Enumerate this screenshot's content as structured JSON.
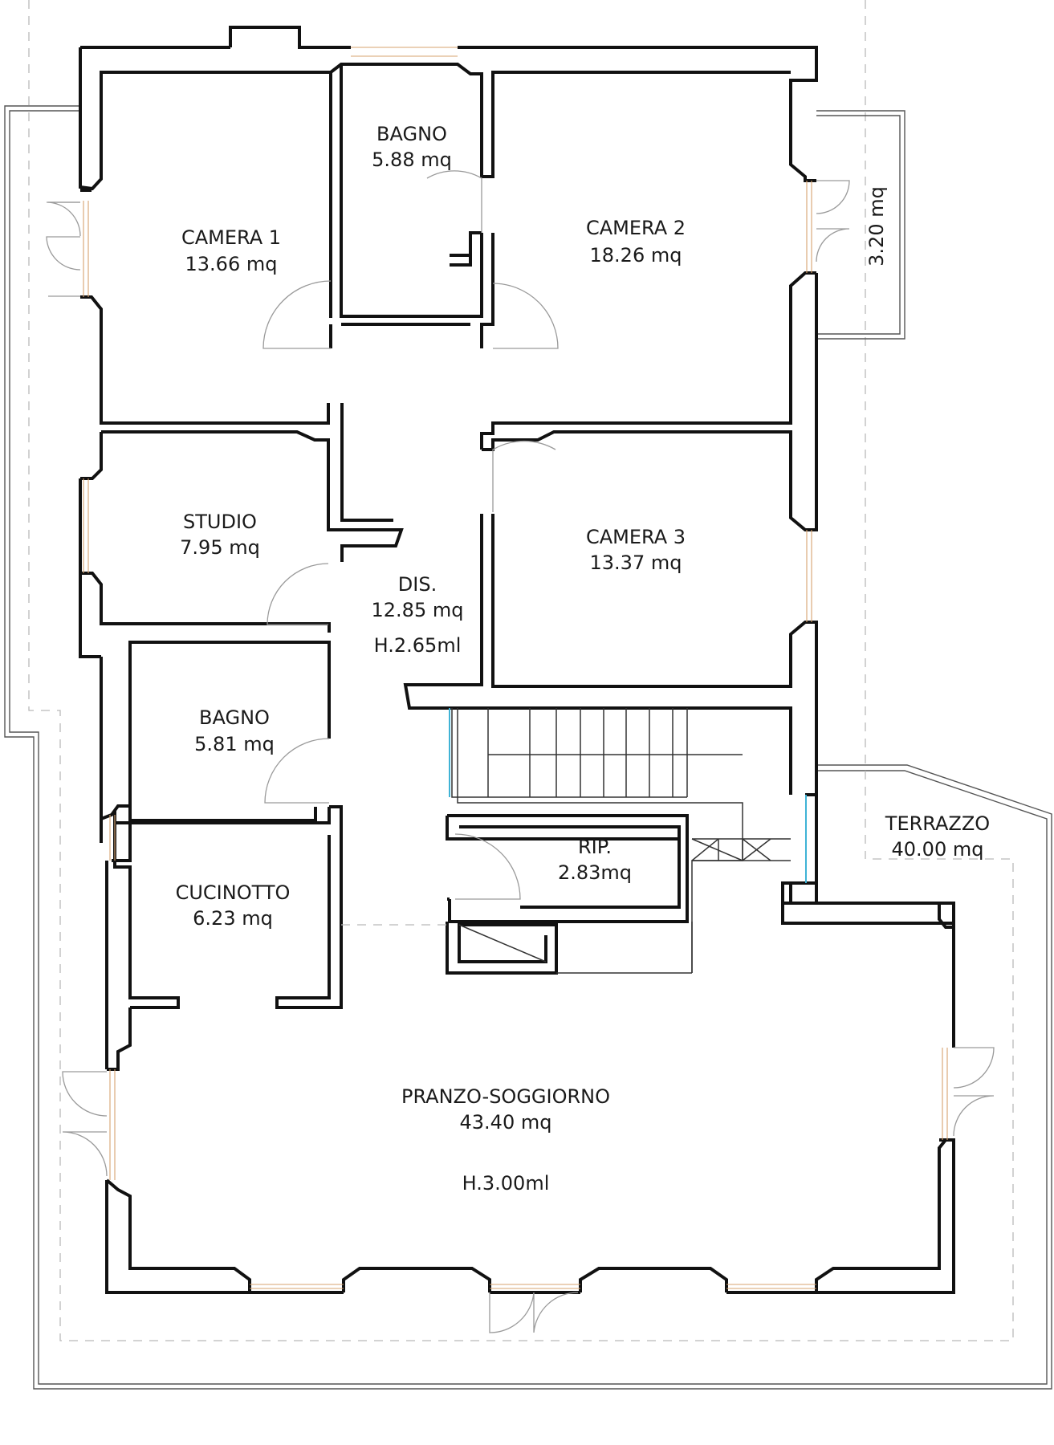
{
  "rooms": {
    "camera1": {
      "name": "CAMERA 1",
      "area": "13.66 mq"
    },
    "bagno_top": {
      "name": "BAGNO",
      "area": "5.88 mq"
    },
    "camera2": {
      "name": "CAMERA 2",
      "area": "18.26 mq"
    },
    "balcony": {
      "area": "3.20 mq"
    },
    "studio": {
      "name": "STUDIO",
      "area": "7.95 mq"
    },
    "dis": {
      "name": "DIS.",
      "area": "12.85 mq",
      "height": "H.2.65ml"
    },
    "camera3": {
      "name": "CAMERA 3",
      "area": "13.37 mq"
    },
    "bagno_bottom": {
      "name": "BAGNO",
      "area": "5.81 mq"
    },
    "rip": {
      "name": "RIP.",
      "area": "2.83mq"
    },
    "terrazzo": {
      "name": "TERRAZZO",
      "area": "40.00 mq"
    },
    "cucinotto": {
      "name": "CUCINOTTO",
      "area": "6.23 mq"
    },
    "pranzo": {
      "name": "PRANZO-SOGGIORNO",
      "area": "43.40 mq",
      "height": "H.3.00ml"
    }
  },
  "colors": {
    "wall": "#111111",
    "window": "#d7a36f",
    "glass": "#3fb3d6",
    "dashed": "#b9b9b9"
  }
}
